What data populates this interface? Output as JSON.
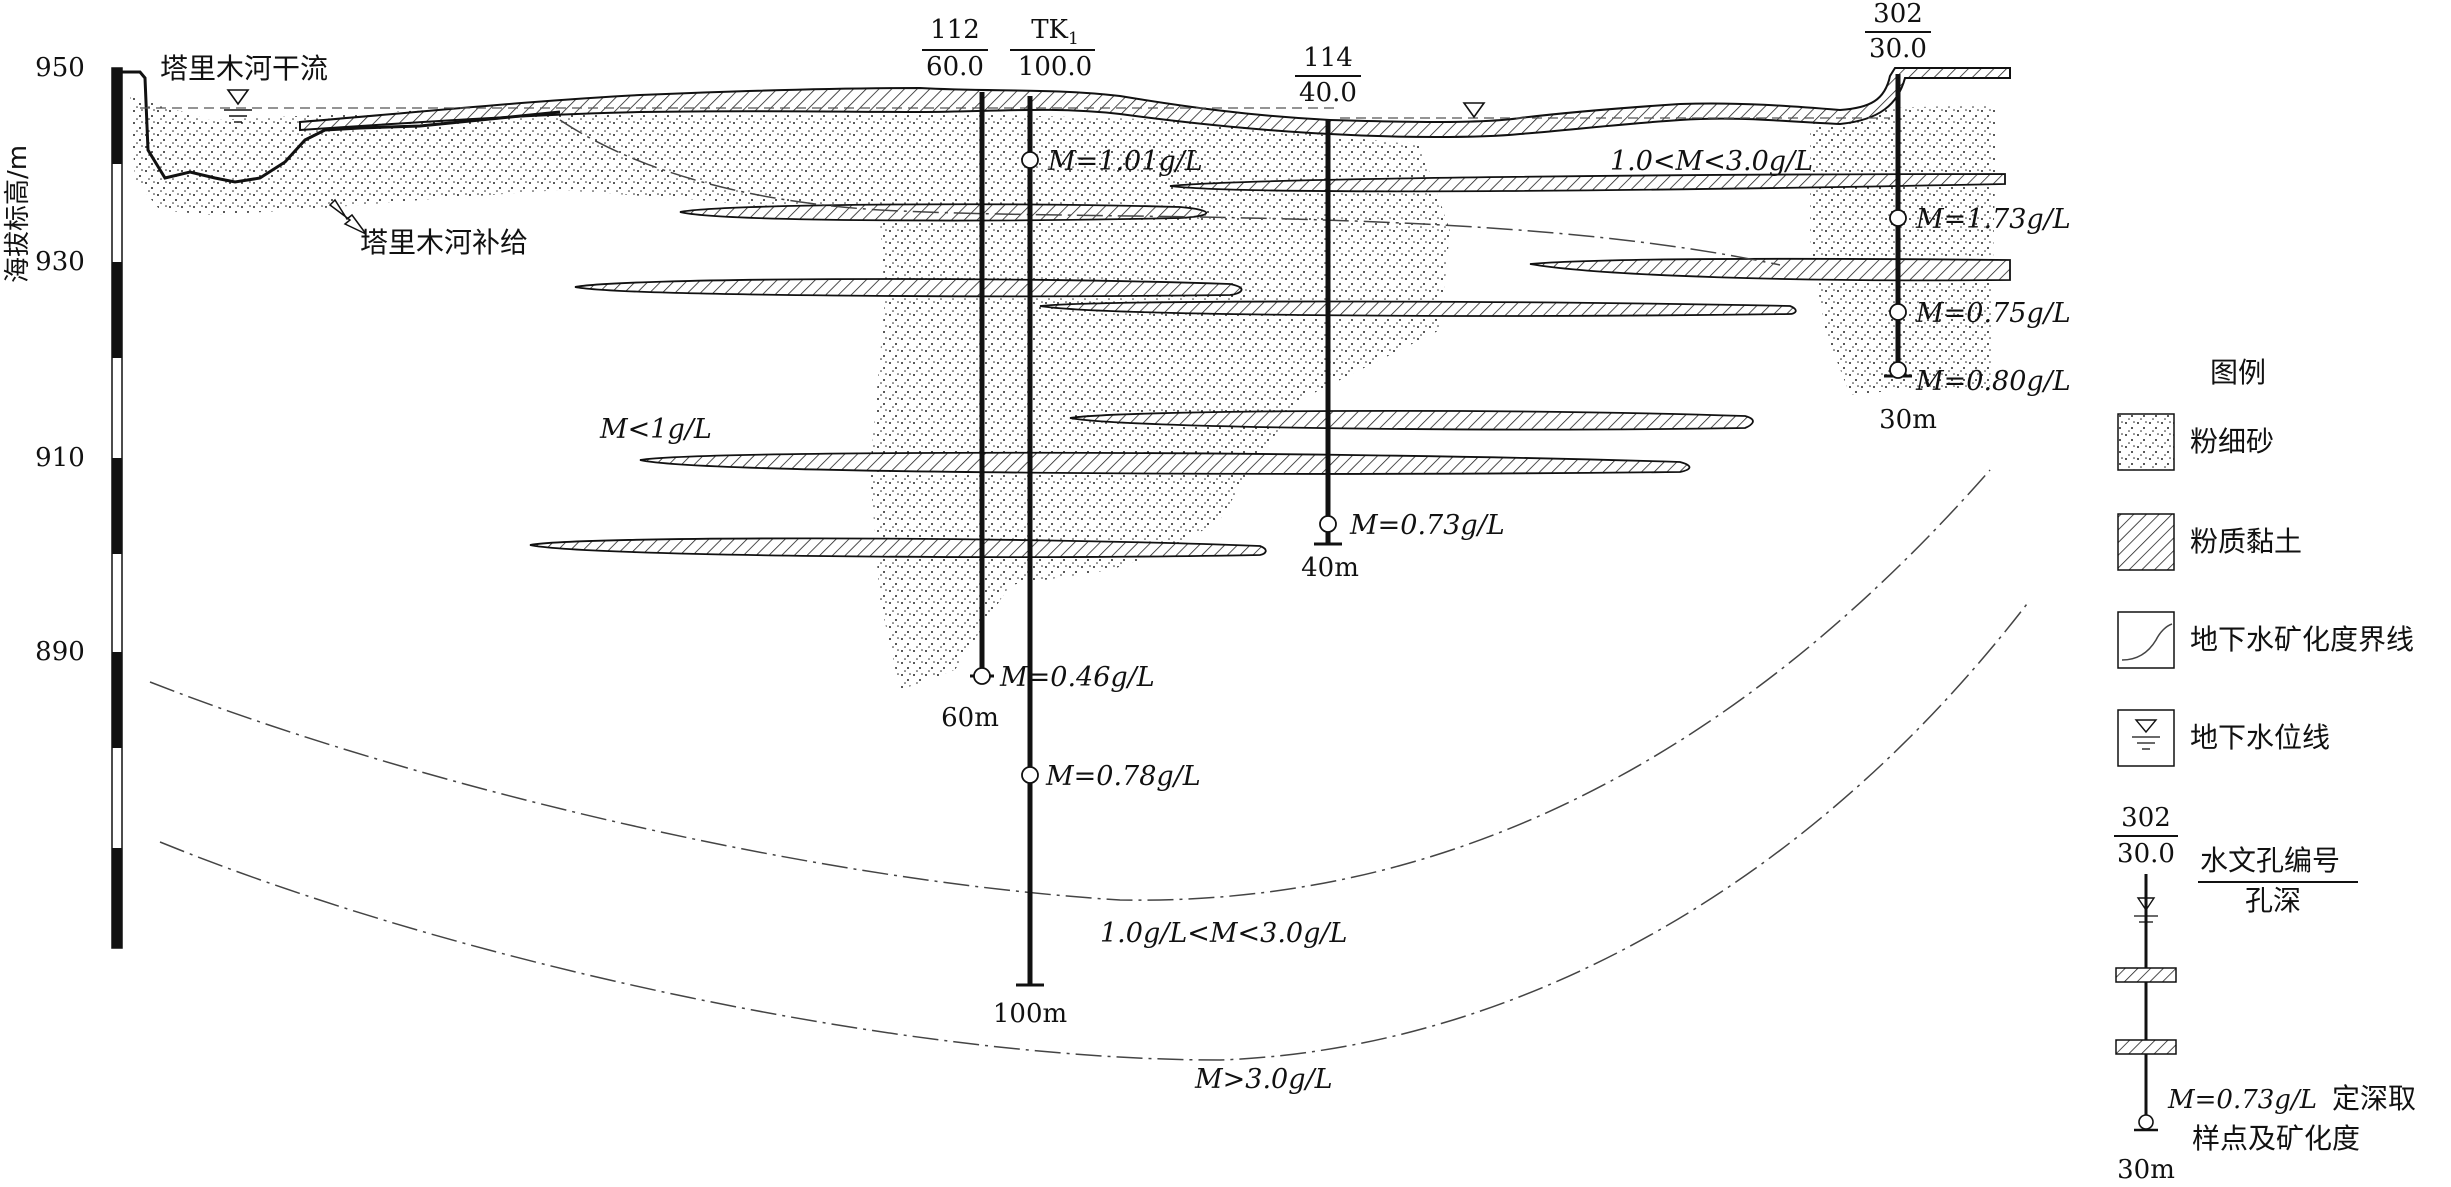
{
  "axis": {
    "title": "海拔标高/m",
    "ticks": [
      "950",
      "930",
      "910",
      "890"
    ]
  },
  "labels": {
    "river_main": "塔里木河干流",
    "river_recharge": "塔里木河补给",
    "m_lt_1": "M<1g/L",
    "zone_mid_surface": "1.0<M<3.0g/L",
    "zone_deep": "1.0g/L<M<3.0g/L",
    "zone_deepest": "M>3.0g/L"
  },
  "boreholes": [
    {
      "id": "112",
      "depth_label": "60.0",
      "bottom_label": "60m"
    },
    {
      "id": "TK1",
      "depth_label": "100.0",
      "bottom_label": "100m"
    },
    {
      "id": "114",
      "depth_label": "40.0",
      "bottom_label": "40m"
    },
    {
      "id": "302",
      "depth_label": "30.0",
      "bottom_label": "30m"
    }
  ],
  "samples": [
    "M=1.01g/L",
    "M=0.46g/L",
    "M=0.78g/L",
    "M=0.73g/L",
    "M=1.73g/L",
    "M=0.75g/L",
    "M=0.80g/L"
  ],
  "legend": {
    "title": "图例",
    "items": [
      {
        "label": "粉细砂",
        "icon": "fine-sand-swatch"
      },
      {
        "label": "粉质黏土",
        "icon": "silty-clay-swatch"
      },
      {
        "label": "地下水矿化度界线",
        "icon": "mineralization-boundary-swatch"
      },
      {
        "label": "地下水位线",
        "icon": "water-table-swatch"
      }
    ],
    "well_number": "302",
    "well_depth": "30.0",
    "well_caption_1": "水文孔编号",
    "well_caption_2": "孔深",
    "sample_value": "M=0.73g/L",
    "sample_caption_1": "定深取",
    "sample_caption_2": "样点及矿化度",
    "bottom_depth": "30m"
  }
}
